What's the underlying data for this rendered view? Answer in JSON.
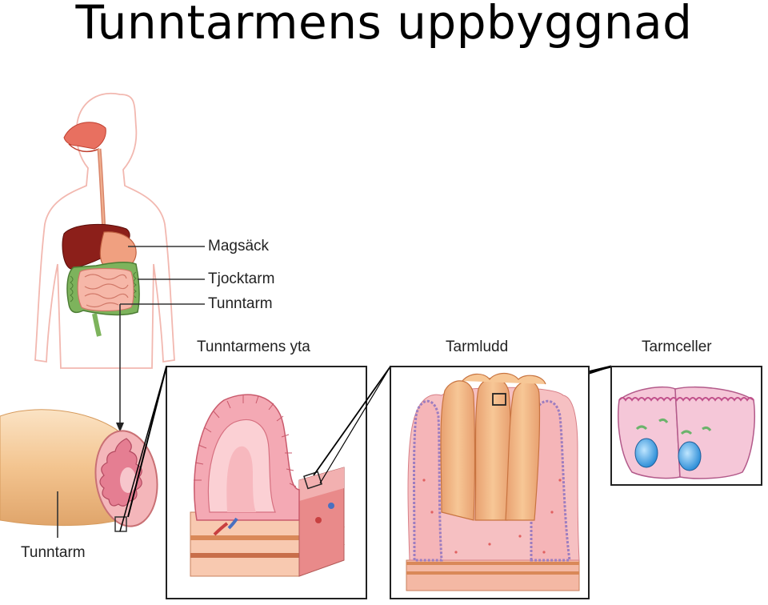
{
  "title": "Tunntarmens uppbyggnad",
  "labels": {
    "stomach": "Magsäck",
    "large_intestine": "Tjocktarm",
    "small_intestine": "Tunntarm",
    "surface": "Tunntarmens yta",
    "villus": "Tarmludd",
    "cells": "Tarmceller",
    "tube": "Tunntarm"
  }
}
